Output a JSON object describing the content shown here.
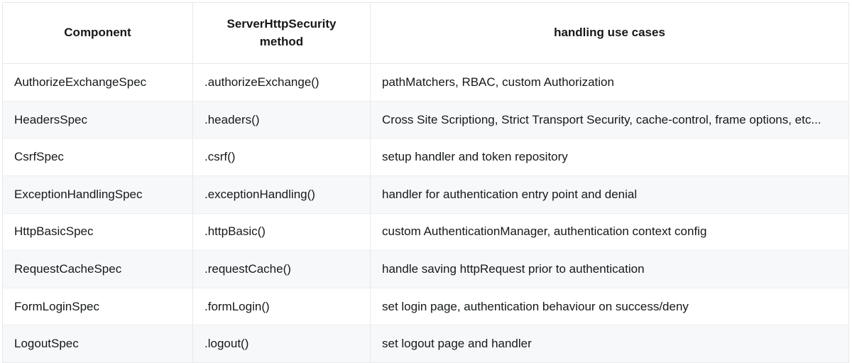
{
  "table": {
    "caption": "",
    "columns": [
      {
        "key": "component",
        "label": "Component",
        "align": "center"
      },
      {
        "key": "method",
        "label": "ServerHttpSecurity method",
        "align": "center"
      },
      {
        "key": "use_cases",
        "label": "handling use cases",
        "align": "center"
      }
    ],
    "headers": {
      "component": "Component",
      "method_line1": "ServerHttpSecurity",
      "method_line2": "method",
      "use_cases": "handling use cases"
    },
    "rows": [
      {
        "component": "AuthorizeExchangeSpec",
        "method": ".authorizeExchange()",
        "use_cases": "pathMatchers, RBAC, custom Authorization"
      },
      {
        "component": "HeadersSpec",
        "method": ".headers()",
        "use_cases": "Cross Site Scriptiong, Strict Transport Security, cache-control, frame options, etc..."
      },
      {
        "component": "CsrfSpec",
        "method": ".csrf()",
        "use_cases": "setup handler and token repository"
      },
      {
        "component": "ExceptionHandlingSpec",
        "method": ".exceptionHandling()",
        "use_cases": "handler for authentication entry point and denial"
      },
      {
        "component": "HttpBasicSpec",
        "method": ".httpBasic()",
        "use_cases": "custom AuthenticationManager, authentication context config"
      },
      {
        "component": "RequestCacheSpec",
        "method": ".requestCache()",
        "use_cases": "handle saving httpRequest prior to authentication"
      },
      {
        "component": "FormLoginSpec",
        "method": ".formLogin()",
        "use_cases": "set login page, authentication behaviour on success/deny"
      },
      {
        "component": "LogoutSpec",
        "method": ".logout()",
        "use_cases": "set logout page and handler"
      }
    ]
  },
  "colors": {
    "border": "#e6e8eb",
    "row_stripe": "#f7f8f9",
    "row_base": "#ffffff",
    "text": "#16181a"
  }
}
